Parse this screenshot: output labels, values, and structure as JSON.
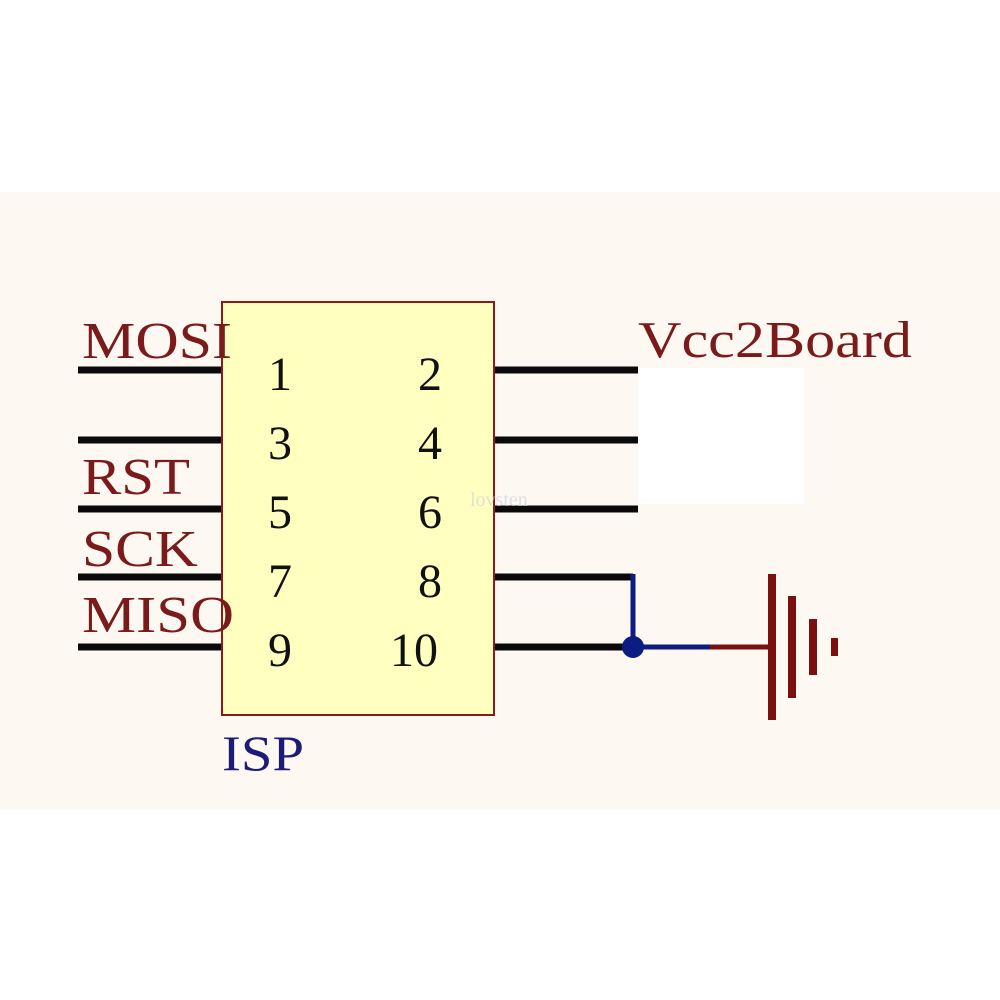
{
  "component": {
    "designator": "ISP",
    "body_color": "#ffffc0",
    "border_color": "#8b1a1a"
  },
  "pins_left": [
    {
      "number": "1",
      "net": "MOSI"
    },
    {
      "number": "3",
      "net": ""
    },
    {
      "number": "5",
      "net": "RST"
    },
    {
      "number": "7",
      "net": "SCK"
    },
    {
      "number": "9",
      "net": "MISO"
    }
  ],
  "pins_right": [
    {
      "number": "2",
      "net": "Vcc2Board"
    },
    {
      "number": "4",
      "net": ""
    },
    {
      "number": "6",
      "net": ""
    },
    {
      "number": "8",
      "net": ""
    },
    {
      "number": "10",
      "net": ""
    }
  ],
  "ground_net": {
    "connects_pins": [
      "8",
      "10"
    ],
    "symbol": "ground-icon"
  },
  "colors": {
    "wire": "#0a0a0a",
    "net_label": "#7a1a1a",
    "designator": "#1c1c78",
    "junction_wire": "#0d1c80",
    "ground": "#7a1010",
    "band": "#fdf8f2"
  },
  "watermark": "lovsten"
}
